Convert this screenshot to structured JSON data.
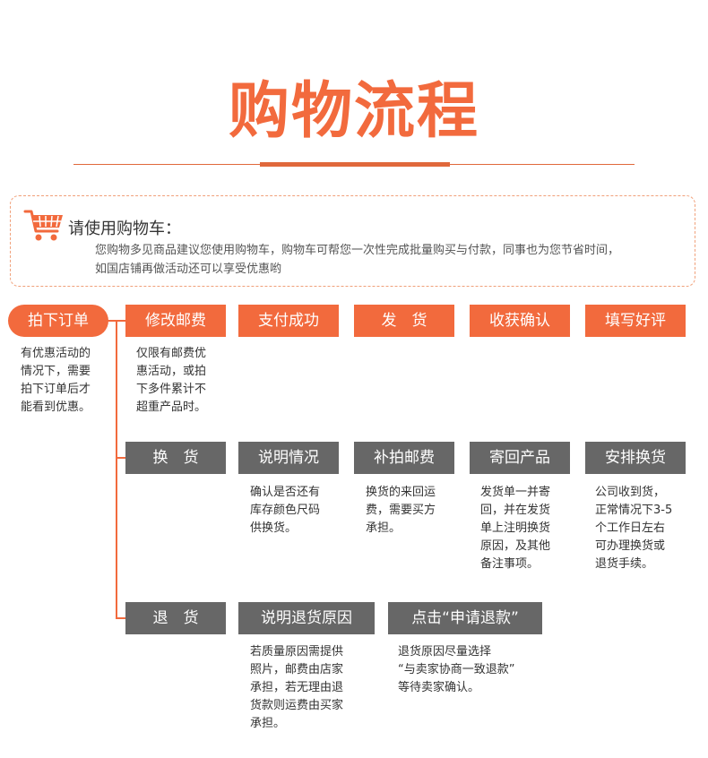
{
  "page_title": "购物流程",
  "colors": {
    "accent": "#f26a3d",
    "neutral": "#676767"
  },
  "notice": {
    "icon": "shopping-cart-icon",
    "title": "请使用购物车：",
    "line1": "您购物多见商品建议您使用购物车，购物车可帮您一次性完成批量购买与付款，同事也为您节省时间，",
    "line2": "如国店铺再做活动还可以享受优惠哟"
  },
  "start": {
    "label": "拍下订单",
    "desc": [
      "有优惠活动的",
      "情况下，需要",
      "拍下订单后才",
      "能看到优惠。"
    ]
  },
  "rows": {
    "order": {
      "steps": [
        "修改邮费",
        "支付成功",
        "发　货",
        "收获确认",
        "填写好评"
      ],
      "desc": [
        "仅限有邮费优",
        "惠活动，或拍",
        "下多件累计不",
        "超重产品时。"
      ]
    },
    "exchange": {
      "steps": [
        "换　货",
        "说明情况",
        "补拍邮费",
        "寄回产品",
        "安排换货"
      ],
      "desc1": [
        "确认是否还有",
        "库存颜色尺码",
        "供换货。"
      ],
      "desc2": [
        "换货的来回运",
        "费，需要买方",
        "承担。"
      ],
      "desc3": [
        "发货单一并寄",
        "回，并在发货",
        "单上注明换货",
        "原因，及其他",
        "备注事项。"
      ],
      "desc4": [
        "公司收到货，",
        "正常情况下3-5",
        "个工作日左右",
        "可办理换货或",
        "退货手续。"
      ]
    },
    "refund": {
      "steps": [
        "退　货",
        "说明退货原因",
        "点击“申请退款”"
      ],
      "desc1": [
        "若质量原因需提供",
        "照片，邮费由店家",
        "承担，若无理由退",
        "货款则运费由买家",
        "承担。"
      ],
      "desc2": [
        "退货原因尽量选择",
        "“与卖家协商一致退款”",
        "等待卖家确认。"
      ]
    }
  }
}
